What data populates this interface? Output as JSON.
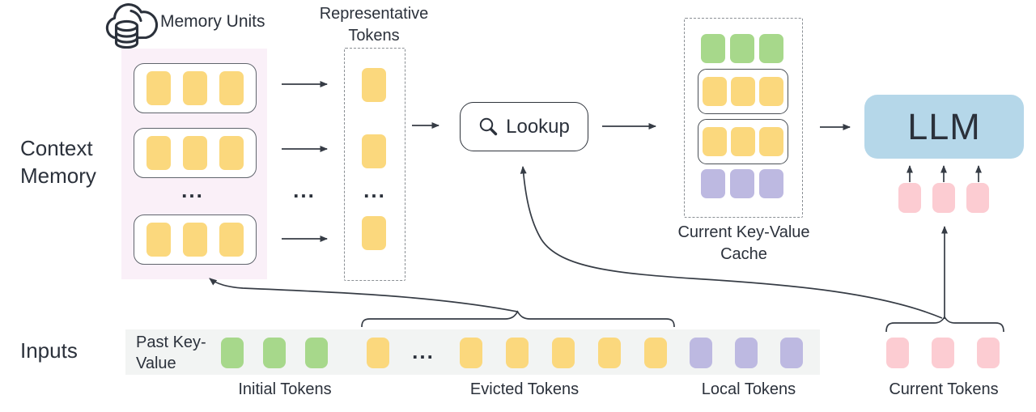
{
  "labels": {
    "context_memory": "Context Memory",
    "memory_units": "Memory Units",
    "representative_tokens": "Representative Tokens",
    "lookup": "Lookup",
    "current_kv_cache": "Current Key-Value Cache",
    "llm": "LLM",
    "inputs": "Inputs",
    "past_key_value": "Past Key-Value",
    "initial_tokens": "Initial Tokens",
    "evicted_tokens": "Evicted Tokens",
    "local_tokens": "Local Tokens",
    "current_tokens": "Current Tokens",
    "ellipsis": "..."
  },
  "colors": {
    "yellow": "#FBD87D",
    "green": "#A7D88B",
    "purple": "#BDB9E1",
    "pink": "#FCCCD2",
    "llm_blue": "#B5D7E9",
    "memory_bg": "#FAF0F8",
    "strip_bg": "#F2F4F3",
    "text": "#2B313B",
    "arrow": "#363C45"
  },
  "context_memory": {
    "units": [
      {
        "count": 3,
        "color": "yellow"
      },
      {
        "count": 3,
        "color": "yellow"
      },
      {
        "count": 3,
        "color": "yellow"
      }
    ]
  },
  "representative_tokens": {
    "tokens": [
      {
        "count": 1,
        "color": "yellow"
      },
      {
        "count": 1,
        "color": "yellow"
      },
      {
        "count": 1,
        "color": "yellow"
      }
    ]
  },
  "kv_cache": {
    "rows": [
      {
        "count": 3,
        "color": "green",
        "boxed": false
      },
      {
        "count": 3,
        "color": "yellow",
        "boxed": true
      },
      {
        "count": 3,
        "color": "yellow",
        "boxed": true
      },
      {
        "count": 3,
        "color": "purple",
        "boxed": false
      }
    ]
  },
  "llm_input_tokens": {
    "count": 3,
    "color": "pink"
  },
  "inputs_strip": {
    "initial": {
      "count": 3,
      "color": "green"
    },
    "evicted_left": {
      "count": 1,
      "color": "yellow"
    },
    "evicted_right": {
      "count": 5,
      "color": "yellow"
    },
    "local": {
      "count": 3,
      "color": "purple"
    },
    "current": {
      "count": 3,
      "color": "pink"
    }
  }
}
